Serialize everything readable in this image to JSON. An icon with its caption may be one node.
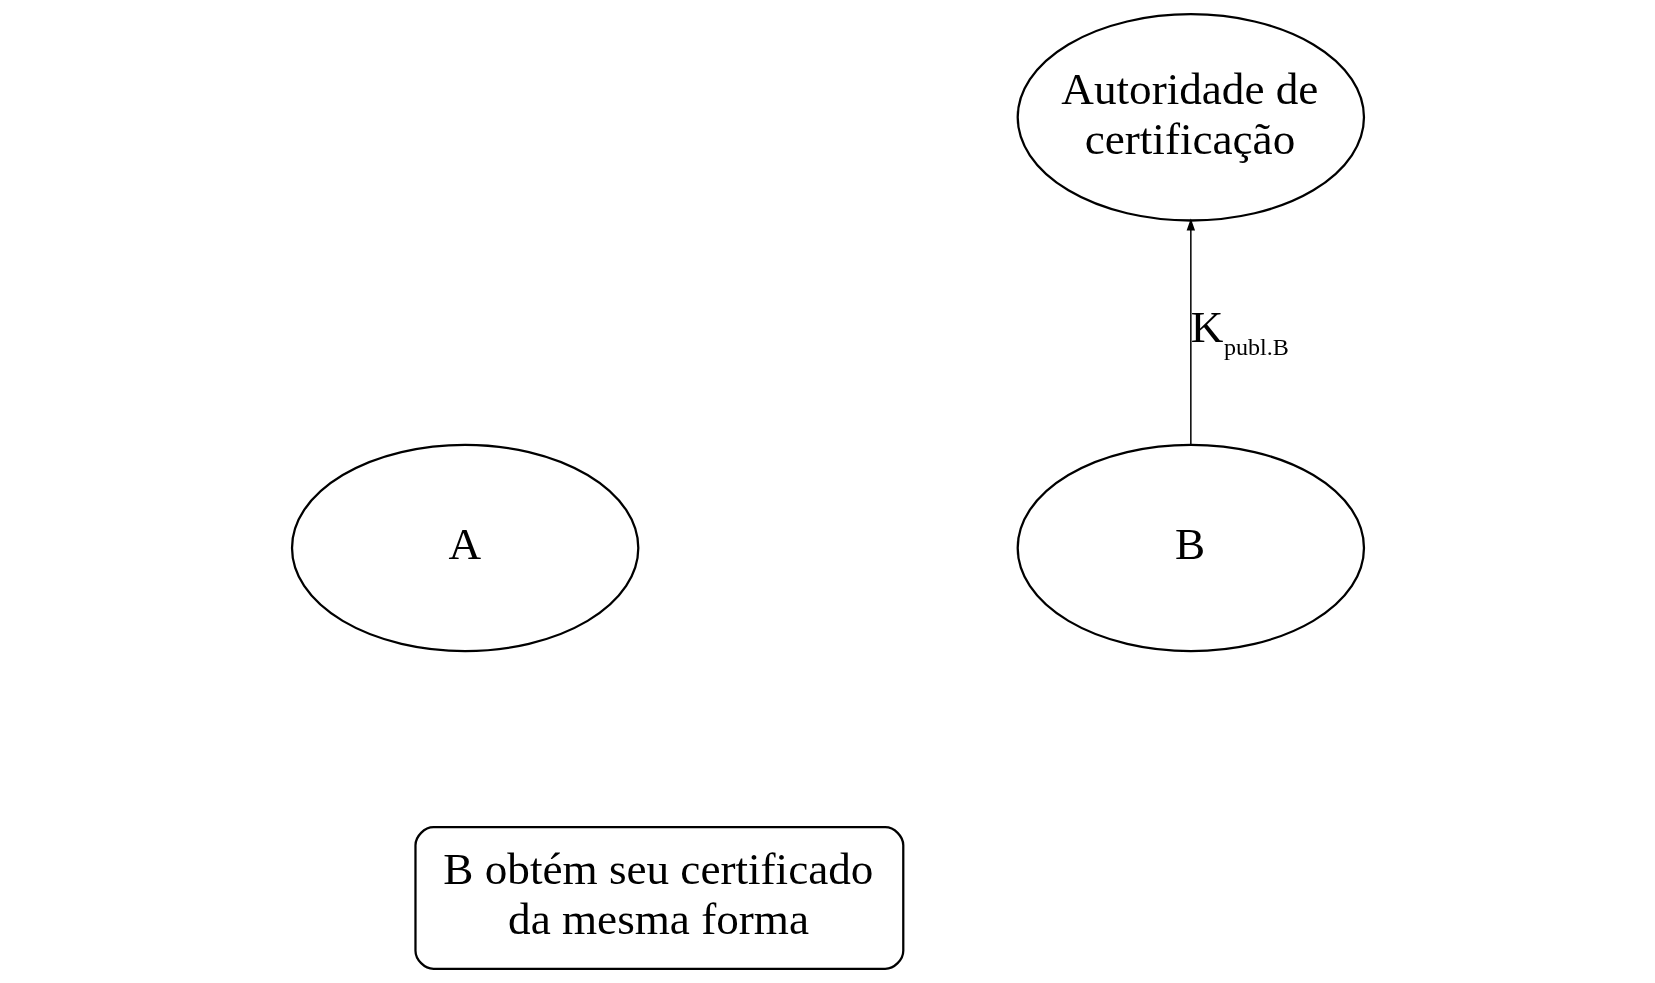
{
  "diagram": {
    "nodes": [
      {
        "text": [
          "Autoridade de certificação"
        ]
      },
      {
        "text": [
          "A"
        ]
      },
      {
        "text": [
          "B"
        ]
      },
      {
        "text": [
          "B obtém seu certificado da mesma forma"
        ]
      }
    ],
    "edges": [
      {
        "from": 2,
        "to": 0,
        "arrow": "to",
        "label": "K$_{publ.B}$"
      }
    ]
  }
}
